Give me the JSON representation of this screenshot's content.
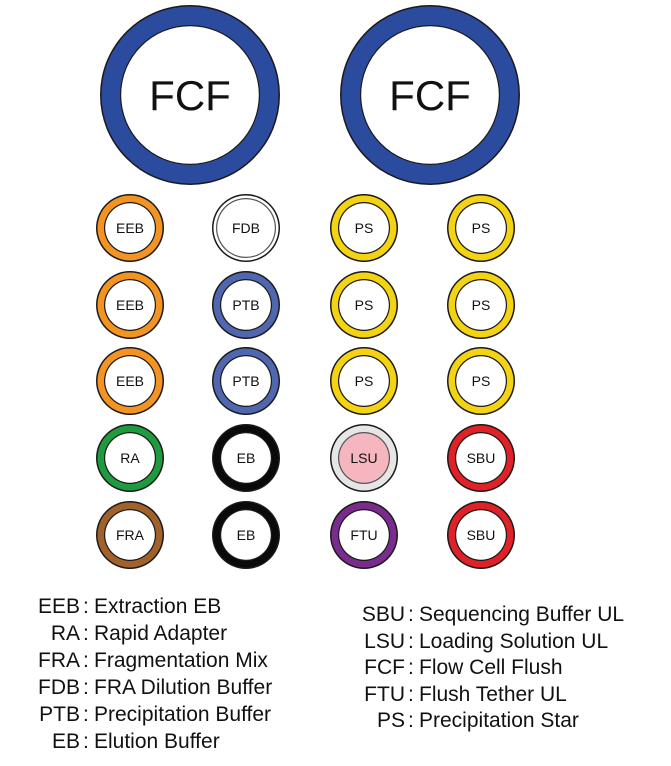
{
  "large_tubes": [
    {
      "label": "FCF",
      "ring_color": "#2b4b9e",
      "fill_color": "#ffffff"
    },
    {
      "label": "FCF",
      "ring_color": "#2b4b9e",
      "fill_color": "#ffffff"
    }
  ],
  "tube_columns": [
    [
      {
        "label": "EEB",
        "ring_color": "#f39322",
        "fill_color": "#ffffff"
      },
      {
        "label": "EEB",
        "ring_color": "#f39322",
        "fill_color": "#ffffff"
      },
      {
        "label": "EEB",
        "ring_color": "#f39322",
        "fill_color": "#ffffff"
      },
      {
        "label": "RA",
        "ring_color": "#1e9a3f",
        "fill_color": "#ffffff"
      },
      {
        "label": "FRA",
        "ring_color": "#a0622a",
        "fill_color": "#ffffff"
      }
    ],
    [
      {
        "label": "FDB",
        "ring_color": "#ffffff",
        "fill_color": "#ffffff",
        "outlined": true
      },
      {
        "label": "PTB",
        "ring_color": "#5067b0",
        "fill_color": "#ffffff"
      },
      {
        "label": "PTB",
        "ring_color": "#5067b0",
        "fill_color": "#ffffff"
      },
      {
        "label": "EB",
        "ring_color": "#0a0a0a",
        "fill_color": "#ffffff"
      },
      {
        "label": "EB",
        "ring_color": "#0a0a0a",
        "fill_color": "#ffffff"
      }
    ],
    [
      {
        "label": "PS",
        "ring_color": "#f4d313",
        "fill_color": "#ffffff"
      },
      {
        "label": "PS",
        "ring_color": "#f4d313",
        "fill_color": "#ffffff"
      },
      {
        "label": "PS",
        "ring_color": "#f4d313",
        "fill_color": "#ffffff"
      },
      {
        "label": "LSU",
        "ring_color": "#e6e6e6",
        "fill_color": "#f5b6c0",
        "outlined": true
      },
      {
        "label": "FTU",
        "ring_color": "#7a2b8e",
        "fill_color": "#ffffff"
      }
    ],
    [
      {
        "label": "PS",
        "ring_color": "#f4d313",
        "fill_color": "#ffffff"
      },
      {
        "label": "PS",
        "ring_color": "#f4d313",
        "fill_color": "#ffffff"
      },
      {
        "label": "PS",
        "ring_color": "#f4d313",
        "fill_color": "#ffffff"
      },
      {
        "label": "SBU",
        "ring_color": "#e02127",
        "fill_color": "#ffffff"
      },
      {
        "label": "SBU",
        "ring_color": "#e02127",
        "fill_color": "#ffffff"
      }
    ]
  ],
  "legend_left": [
    {
      "abbr": "EEB",
      "desc": "Extraction EB"
    },
    {
      "abbr": "RA",
      "desc": "Rapid Adapter"
    },
    {
      "abbr": "FRA",
      "desc": "Fragmentation Mix"
    },
    {
      "abbr": "FDB",
      "desc": "FRA Dilution Buffer"
    },
    {
      "abbr": "PTB",
      "desc": "Precipitation Buffer"
    },
    {
      "abbr": "EB",
      "desc": "Elution Buffer"
    }
  ],
  "legend_right": [
    {
      "abbr": "SBU",
      "desc": "Sequencing Buffer UL"
    },
    {
      "abbr": "LSU",
      "desc": "Loading Solution UL"
    },
    {
      "abbr": "FCF",
      "desc": "Flow Cell Flush"
    },
    {
      "abbr": "FTU",
      "desc": "Flush Tether UL"
    },
    {
      "abbr": "PS",
      "desc": "Precipitation Star"
    }
  ],
  "legend_separator": ":"
}
